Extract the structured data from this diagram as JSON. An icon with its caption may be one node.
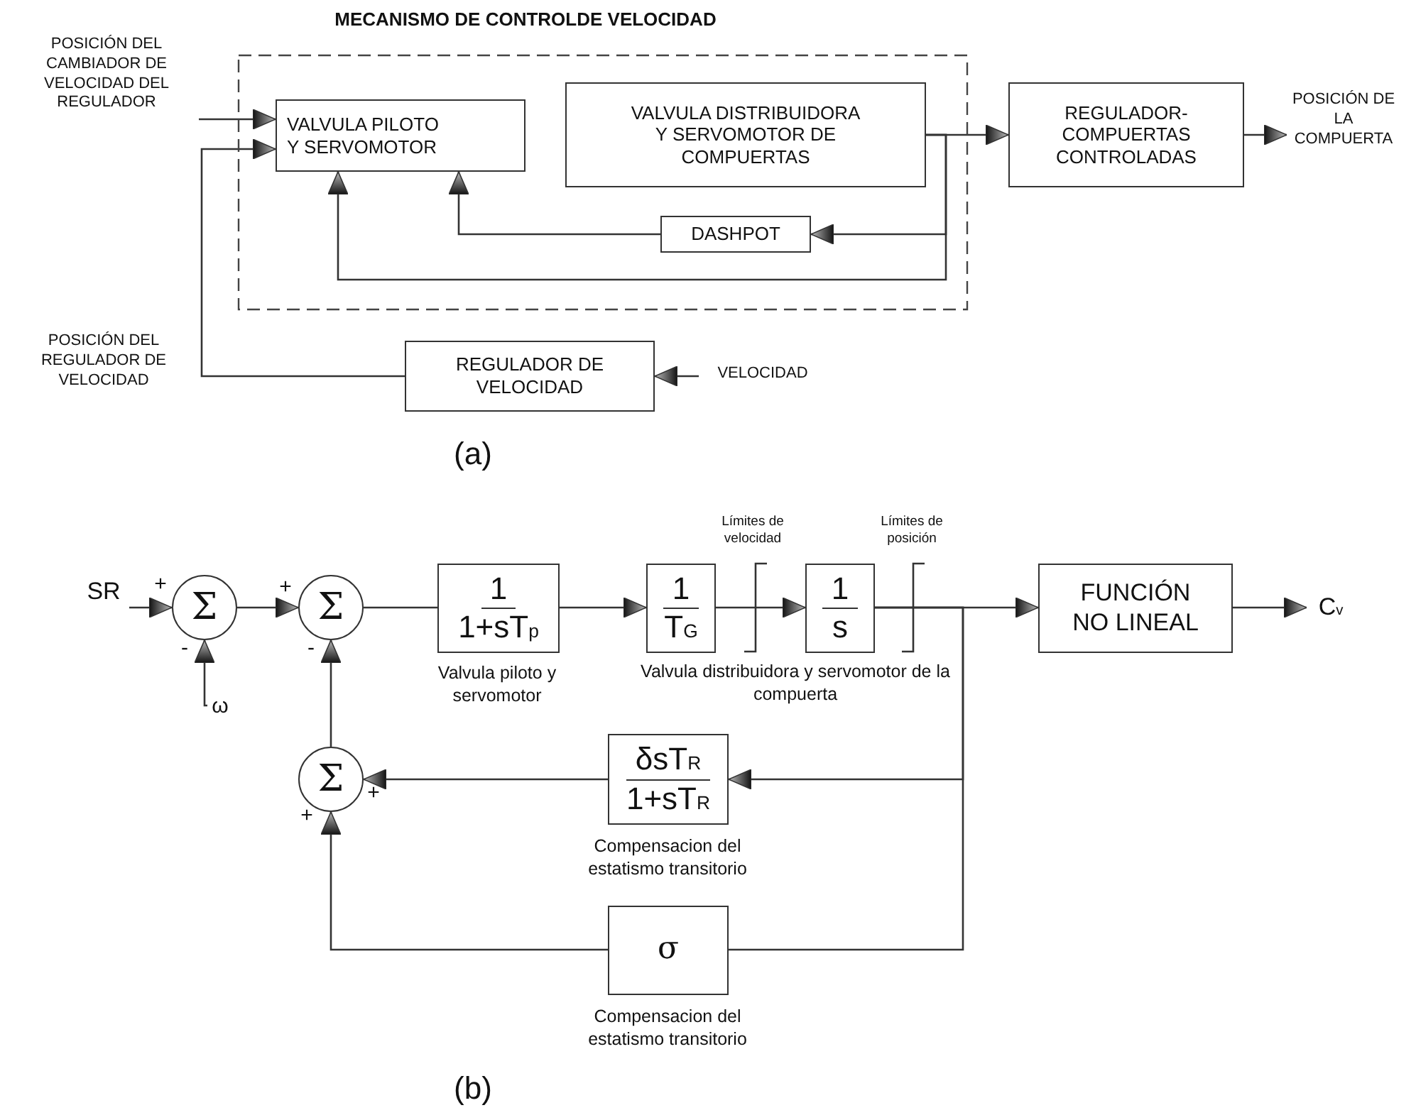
{
  "diagram": {
    "nodes": [
      {
        "text": [
          "MECANISMO DE CONTROLDE VELOCIDAD"
        ]
      },
      {
        "text": [
          "VALVULA PILOTO Y SERVOMOTOR"
        ],
        "in": 0
      },
      {
        "text": [
          "VALVULA DISTRIBUIDORA Y SERVOMOTOR DE COMPUERTAS"
        ],
        "in": 0
      },
      {
        "text": [
          "DASHPOT"
        ],
        "in": 0
      },
      {
        "text": [
          "REGULADOR- COMPUERTAS CONTROLADAS"
        ]
      },
      {
        "text": [
          "POSICIÓN DE LA COMPUERTA"
        ]
      },
      {
        "text": [
          "POSICIÓN DEL CAMBIADOR DE VELOCIDAD DEL REGULADOR"
        ]
      },
      {
        "text": [
          "REGULADOR DE VELOCIDAD"
        ]
      },
      {
        "text": [
          "VELOCIDAD"
        ]
      },
      {
        "text": [
          "SR"
        ]
      },
      {
        "text": [
          "Σ"
        ]
      },
      {
        "text": [
          "Σ"
        ]
      },
      {
        "text": [
          "1",
          "1+sT$_{p}$"
        ],
        "beside": [
          "Valvula piloto y servomotor"
        ]
      },
      {
        "text": [
          "1",
          "T$_{G}$"
        ]
      },
      {
        "text": [
          "1",
          "s"
        ]
      },
      {
        "text": [
          "FUNCIÓN NO LINEAL"
        ]
      },
      {
        "text": [
          "C$_{v}$"
        ]
      },
      {
        "text": [
          "ω"
        ]
      },
      {
        "text": [
          "Σ"
        ]
      },
      {
        "text": [
          "δsT$_{R}$",
          "1+sT$_{R}$"
        ],
        "beside": [
          "Compensacion del estatismo transitorio"
        ]
      },
      {
        "text": [
          "σ"
        ],
        "beside": [
          "Compensacion del estatismo transitorio"
        ]
      }
    ],
    "edges": [
      {
        "from": 6,
        "to": 1,
        "arrow": "to"
      },
      {
        "from": 7,
        "to": 1,
        "arrow": "to",
        "label": "POSICIÓN DEL REGULADOR DE VELOCIDAD"
      },
      {
        "from": 8,
        "to": 7,
        "arrow": "to"
      },
      {
        "from": 2,
        "to": 4,
        "arrow": "to"
      },
      {
        "from": 2,
        "to": 3,
        "arrow": "to"
      },
      {
        "from": 2,
        "to": 1,
        "arrow": "to"
      },
      {
        "from": 3,
        "to": 1,
        "arrow": "to"
      },
      {
        "from": 4,
        "to": 5,
        "arrow": "to"
      },
      {
        "from": 9,
        "to": 10,
        "arrow": "to"
      },
      {
        "from": 17,
        "to": 10,
        "arrow": "to"
      },
      {
        "from": 10,
        "to": 11,
        "arrow": "to"
      },
      {
        "from": 11,
        "to": 12,
        "arrow": "none"
      },
      {
        "from": 12,
        "to": 13,
        "arrow": "to"
      },
      {
        "from": 13,
        "to": 14,
        "arrow": "to"
      },
      {
        "from": 14,
        "to": 15,
        "arrow": "to"
      },
      {
        "from": 15,
        "to": 16,
        "arrow": "to"
      },
      {
        "from": 14,
        "to": 19,
        "arrow": "to"
      },
      {
        "from": 14,
        "to": 20,
        "arrow": "none"
      },
      {
        "from": 19,
        "to": 18,
        "arrow": "to"
      },
      {
        "from": 20,
        "to": 18,
        "arrow": "to"
      },
      {
        "from": 18,
        "to": 11,
        "arrow": "to"
      }
    ],
    "labels": [
      "(a)",
      "Límites de velocidad",
      "Límites de posición",
      "+",
      "+",
      "-",
      "-",
      "Valvula distribuidora y servomotor de la compuerta",
      "+",
      "+",
      "(b)"
    ]
  }
}
